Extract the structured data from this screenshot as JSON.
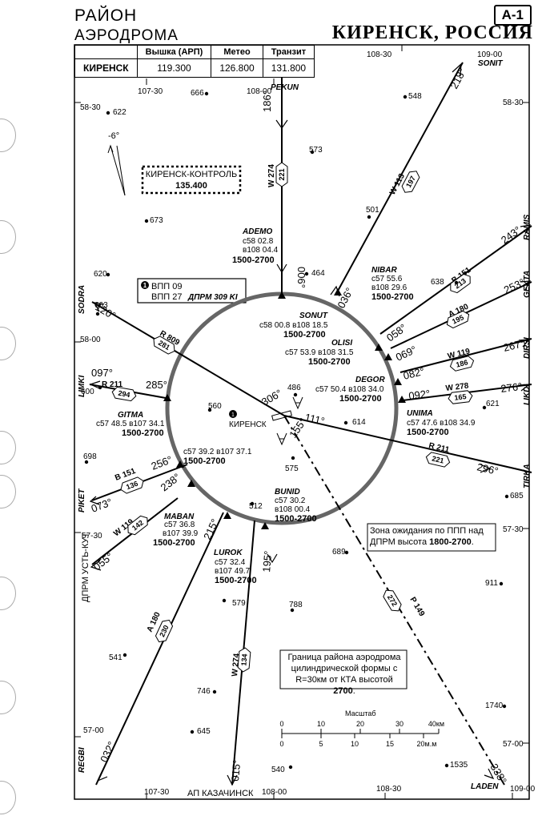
{
  "header": {
    "area_line1": "РАЙОН",
    "area_line2": "АЭРОДРОМА",
    "page_code": "А-1",
    "city": "КИРЕНСК, РОССИЯ"
  },
  "freq_table": {
    "col_tower": "Вышка (АРП)",
    "col_meteo": "Метео",
    "col_transit": "Транзит",
    "row_name": "КИРЕНСК",
    "tower": "119.300",
    "meteo": "126.800",
    "transit": "131.800"
  },
  "grid": {
    "lon_107_30": "107-30",
    "lon_108_00": "108-00",
    "lon_108_30": "108-30",
    "lon_109_00": "109-00",
    "lat_58_30": "58-30",
    "lat_58_00": "58-00",
    "lat_57_30": "57-30",
    "lat_57_00": "57-00"
  },
  "magvar": "-6°",
  "control": {
    "name": "КИРЕНСК-КОНТРОЛЬ",
    "freq": "135.400"
  },
  "runway_box": {
    "line1": "ВПП 09",
    "line2": "ВПП 27",
    "ndb": "ДПРМ  309 KI",
    "num": "1"
  },
  "airport": {
    "name": "КИРЕНСК",
    "num": "1"
  },
  "circle_fixes": [
    {
      "name": "ADEMO",
      "lat": "с58 02.8",
      "lon": "в108 04.4",
      "alt": "1500-2700"
    },
    {
      "name": "SONUT",
      "coords": "с58 00.8 в108 18.5",
      "alt": "1500-2700"
    },
    {
      "name": "NIBAR",
      "lat": "с57 55.6",
      "lon": "в108 29.6",
      "alt": "1500-2700"
    },
    {
      "name": "OLISI",
      "coords": "с57 53.9 в108 31.5",
      "alt": "1500-2700"
    },
    {
      "name": "DEGOR",
      "coords": "с57 50.4 в108 34.0",
      "alt": "1500-2700"
    },
    {
      "name": "UNIMA",
      "coords": "с57 47.6 в108 34.9",
      "alt": "1500-2700"
    },
    {
      "name": "GITMA",
      "coords": "с57 48.5 в107 34.1",
      "alt": "1500-2700"
    },
    {
      "name": "",
      "coords": "с57 39.2 в107 37.1",
      "alt": "1500-2700"
    },
    {
      "name": "BUNID",
      "lat": "с57 30.2",
      "lon": "в108 00.4",
      "alt": "1500-2700"
    },
    {
      "name": "MABAN",
      "lat": "с57 36.8",
      "lon": "в107 39.9",
      "alt": "1500-2700"
    },
    {
      "name": "LUROK",
      "lat": "с57 32.4",
      "lon": "в107 49.7",
      "alt": "1500-2700"
    }
  ],
  "points": [
    "PEKUN",
    "SONIT",
    "RAMIS",
    "GEKTA",
    "DIRSI",
    "LIKDI",
    "TIRKA",
    "LADEN",
    "REGBI",
    "SODRA",
    "LIMKI",
    "PIKET"
  ],
  "airways": [
    "W 274",
    "221",
    "W 113",
    "197",
    "B 151",
    "213",
    "A 180",
    "195",
    "W 119",
    "186",
    "W 278",
    "165",
    "R 211",
    "221",
    "R 809",
    "281",
    "R 211",
    "294",
    "B 151",
    "136",
    "W 119",
    "142",
    "A 180",
    "230",
    "W 274",
    "134",
    "P 149",
    "272"
  ],
  "bearings": [
    "186°",
    "218°",
    "243°",
    "253°",
    "267°",
    "276°",
    "296°",
    "338°",
    "120°",
    "097°",
    "285°",
    "256°",
    "073°",
    "238°",
    "055°",
    "215°",
    "195°",
    "015°",
    "032°",
    "006°",
    "036°",
    "058°",
    "069°",
    "082°",
    "092°",
    "306°",
    "111°",
    "155°"
  ],
  "elevations": [
    "622",
    "666",
    "548",
    "573",
    "673",
    "501",
    "464",
    "620",
    "663",
    "638",
    "600",
    "560",
    "486",
    "614",
    "621",
    "575",
    "698",
    "512",
    "685",
    "689",
    "579",
    "911",
    "788",
    "541",
    "746",
    "645",
    "1740",
    "540",
    "1535"
  ],
  "holding_note": {
    "text": "Зона ожидания по ППП над ДПРМ высота ",
    "alt": "1800-2700",
    "end": "."
  },
  "boundary_note": {
    "text": "Граница района аэродрома цилиндрической формы с R=30км от КТА высотой ",
    "alt": "2700",
    "end": "."
  },
  "scale": {
    "title": "Масштаб",
    "km_label": "40км",
    "nm_label": "20м.м",
    "km_ticks": [
      "0",
      "10",
      "20",
      "30"
    ],
    "nm_ticks": [
      "0",
      "5",
      "10",
      "15"
    ]
  },
  "side_label": "ДПРМ УСТЬ-КУТ",
  "bottom_label": "АП КАЗАЧИНСК"
}
